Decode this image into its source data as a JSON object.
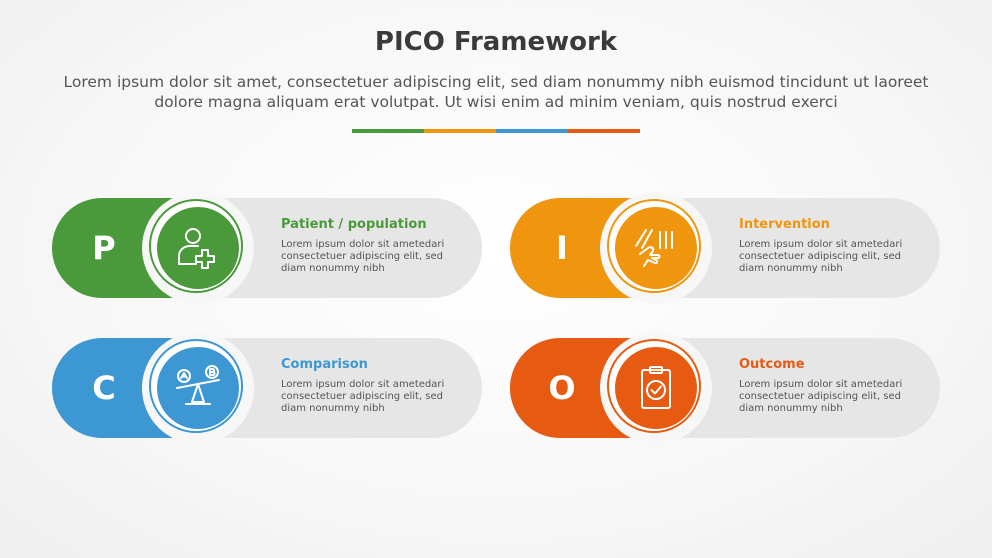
{
  "header": {
    "title": "PICO Framework",
    "subtitle": "Lorem ipsum dolor sit amet, consectetuer adipiscing elit, sed diam nonummy nibh euismod tincidunt ut laoreet dolore magna aliquam erat volutpat. Ut wisi enim ad minim veniam, quis nostrud exerci"
  },
  "colors": {
    "green": "#4a9a3b",
    "orange": "#f0950e",
    "blue": "#3d97d3",
    "red": "#e65a12"
  },
  "cards": [
    {
      "letter": "P",
      "title": "Patient / population",
      "text": "Lorem ipsum dolor sit ametedari consectetuer adipiscing elit, sed diam nonummy nibh",
      "color": "#4a9a3b",
      "icon": "person-plus-icon"
    },
    {
      "letter": "I",
      "title": "Intervention",
      "text": "Lorem ipsum dolor sit ametedari consectetuer adipiscing elit, sed diam nonummy nibh",
      "color": "#f0950e",
      "icon": "hand-blocks-icon"
    },
    {
      "letter": "C",
      "title": "Comparison",
      "text": "Lorem ipsum dolor sit ametedari consectetuer adipiscing elit, sed diam nonummy nibh",
      "color": "#3d97d3",
      "icon": "seesaw-ab-icon"
    },
    {
      "letter": "O",
      "title": "Outcome",
      "text": "Lorem ipsum dolor sit ametedari consectetuer adipiscing elit, sed diam nonummy nibh",
      "color": "#e65a12",
      "icon": "clipboard-check-icon"
    }
  ]
}
